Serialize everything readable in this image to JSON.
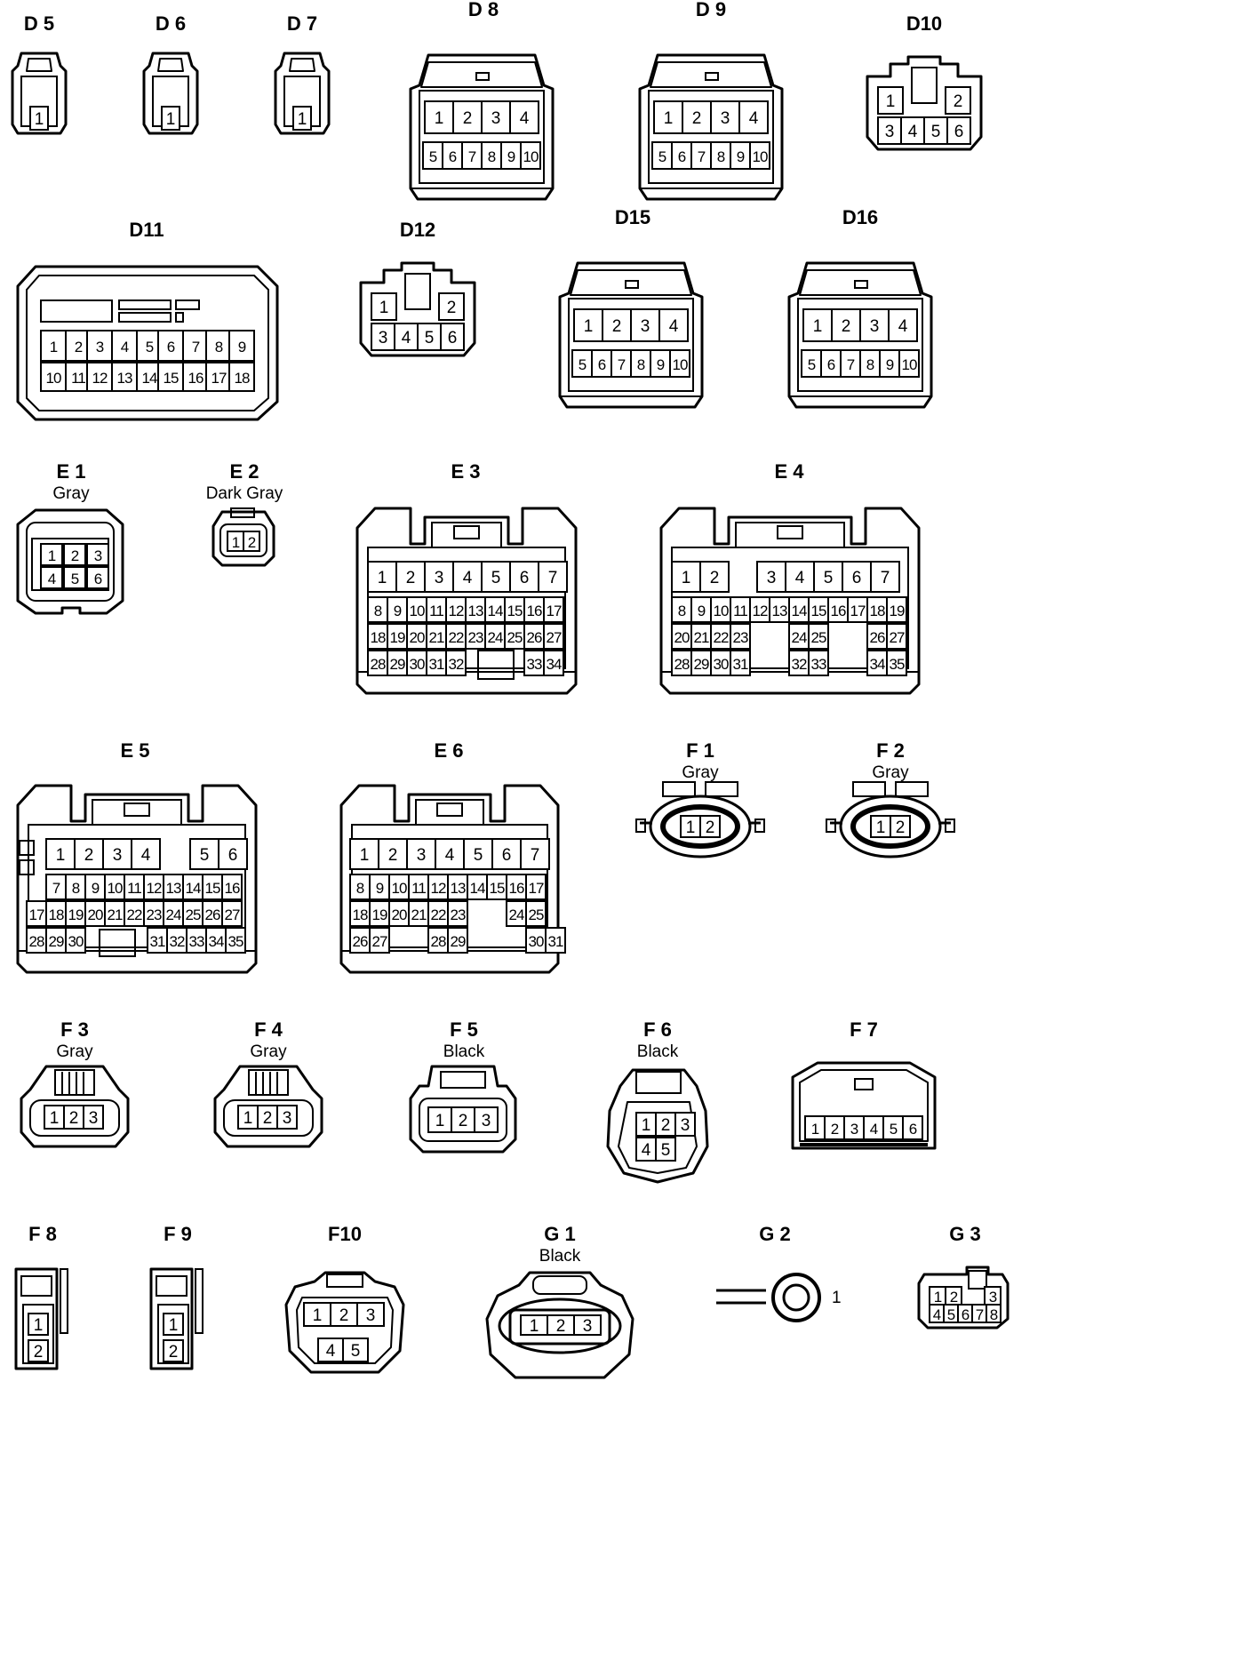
{
  "connectors": [
    {
      "id": "D5",
      "label": "D 5",
      "color": "",
      "pins": [
        "1"
      ]
    },
    {
      "id": "D6",
      "label": "D 6",
      "color": "",
      "pins": [
        "1"
      ]
    },
    {
      "id": "D7",
      "label": "D 7",
      "color": "",
      "pins": [
        "1"
      ]
    },
    {
      "id": "D8",
      "label": "D 8",
      "color": "",
      "pins": [
        "1",
        "2",
        "3",
        "4",
        "5",
        "6",
        "7",
        "8",
        "9",
        "10"
      ]
    },
    {
      "id": "D9",
      "label": "D 9",
      "color": "",
      "pins": [
        "1",
        "2",
        "3",
        "4",
        "5",
        "6",
        "7",
        "8",
        "9",
        "10"
      ]
    },
    {
      "id": "D10",
      "label": "D10",
      "color": "",
      "pins": [
        "1",
        "2",
        "3",
        "4",
        "5",
        "6"
      ]
    },
    {
      "id": "D11",
      "label": "D11",
      "color": "",
      "pins": [
        "1",
        "2",
        "3",
        "4",
        "5",
        "6",
        "7",
        "8",
        "9",
        "10",
        "11",
        "12",
        "13",
        "14",
        "15",
        "16",
        "17",
        "18"
      ]
    },
    {
      "id": "D12",
      "label": "D12",
      "color": "",
      "pins": [
        "1",
        "2",
        "3",
        "4",
        "5",
        "6"
      ]
    },
    {
      "id": "D15",
      "label": "D15",
      "color": "",
      "pins": [
        "1",
        "2",
        "3",
        "4",
        "5",
        "6",
        "7",
        "8",
        "9",
        "10"
      ]
    },
    {
      "id": "D16",
      "label": "D16",
      "color": "",
      "pins": [
        "1",
        "2",
        "3",
        "4",
        "5",
        "6",
        "7",
        "8",
        "9",
        "10"
      ]
    },
    {
      "id": "E1",
      "label": "E 1",
      "color": "Gray",
      "pins": [
        "1",
        "2",
        "3",
        "4",
        "5",
        "6"
      ]
    },
    {
      "id": "E2",
      "label": "E 2",
      "color": "Dark Gray",
      "pins": [
        "1",
        "2"
      ]
    },
    {
      "id": "E3",
      "label": "E 3",
      "color": "",
      "pins": [
        "1",
        "2",
        "3",
        "4",
        "5",
        "6",
        "7",
        "8",
        "9",
        "10",
        "11",
        "12",
        "13",
        "14",
        "15",
        "16",
        "17",
        "18",
        "19",
        "20",
        "21",
        "22",
        "23",
        "24",
        "25",
        "26",
        "27",
        "28",
        "29",
        "30",
        "31",
        "32",
        "33",
        "34"
      ]
    },
    {
      "id": "E4",
      "label": "E 4",
      "color": "",
      "pins": [
        "1",
        "2",
        "3",
        "4",
        "5",
        "6",
        "7",
        "8",
        "9",
        "10",
        "11",
        "12",
        "13",
        "14",
        "15",
        "16",
        "17",
        "18",
        "19",
        "20",
        "21",
        "22",
        "23",
        "24",
        "25",
        "26",
        "27",
        "28",
        "29",
        "30",
        "31",
        "32",
        "33",
        "34",
        "35"
      ]
    },
    {
      "id": "E5",
      "label": "E 5",
      "color": "",
      "pins": [
        "1",
        "2",
        "3",
        "4",
        "5",
        "6",
        "7",
        "8",
        "9",
        "10",
        "11",
        "12",
        "13",
        "14",
        "15",
        "16",
        "17",
        "18",
        "19",
        "20",
        "21",
        "22",
        "23",
        "24",
        "25",
        "26",
        "27",
        "28",
        "29",
        "30",
        "31",
        "32",
        "33",
        "34",
        "35"
      ]
    },
    {
      "id": "E6",
      "label": "E 6",
      "color": "",
      "pins": [
        "1",
        "2",
        "3",
        "4",
        "5",
        "6",
        "7",
        "8",
        "9",
        "10",
        "11",
        "12",
        "13",
        "14",
        "15",
        "16",
        "17",
        "18",
        "19",
        "20",
        "21",
        "22",
        "23",
        "24",
        "25",
        "26",
        "27",
        "28",
        "29",
        "30",
        "31"
      ]
    },
    {
      "id": "F1",
      "label": "F 1",
      "color": "Gray",
      "pins": [
        "1",
        "2"
      ]
    },
    {
      "id": "F2",
      "label": "F 2",
      "color": "Gray",
      "pins": [
        "1",
        "2"
      ]
    },
    {
      "id": "F3",
      "label": "F 3",
      "color": "Gray",
      "pins": [
        "1",
        "2",
        "3"
      ]
    },
    {
      "id": "F4",
      "label": "F 4",
      "color": "Gray",
      "pins": [
        "1",
        "2",
        "3"
      ]
    },
    {
      "id": "F5",
      "label": "F 5",
      "color": "Black",
      "pins": [
        "1",
        "2",
        "3"
      ]
    },
    {
      "id": "F6",
      "label": "F 6",
      "color": "Black",
      "pins": [
        "1",
        "2",
        "3",
        "4",
        "5"
      ]
    },
    {
      "id": "F7",
      "label": "F 7",
      "color": "",
      "pins": [
        "1",
        "2",
        "3",
        "4",
        "5",
        "6"
      ]
    },
    {
      "id": "F8",
      "label": "F 8",
      "color": "",
      "pins": [
        "1",
        "2"
      ]
    },
    {
      "id": "F9",
      "label": "F 9",
      "color": "",
      "pins": [
        "1",
        "2"
      ]
    },
    {
      "id": "F10",
      "label": "F10",
      "color": "",
      "pins": [
        "1",
        "2",
        "3",
        "4",
        "5"
      ]
    },
    {
      "id": "G1",
      "label": "G 1",
      "color": "Black",
      "pins": [
        "1",
        "2",
        "3"
      ]
    },
    {
      "id": "G2",
      "label": "G 2",
      "color": "",
      "pins": [
        "1"
      ]
    },
    {
      "id": "G3",
      "label": "G 3",
      "color": "",
      "pins": [
        "1",
        "2",
        "3",
        "4",
        "5",
        "6",
        "7",
        "8"
      ]
    }
  ]
}
